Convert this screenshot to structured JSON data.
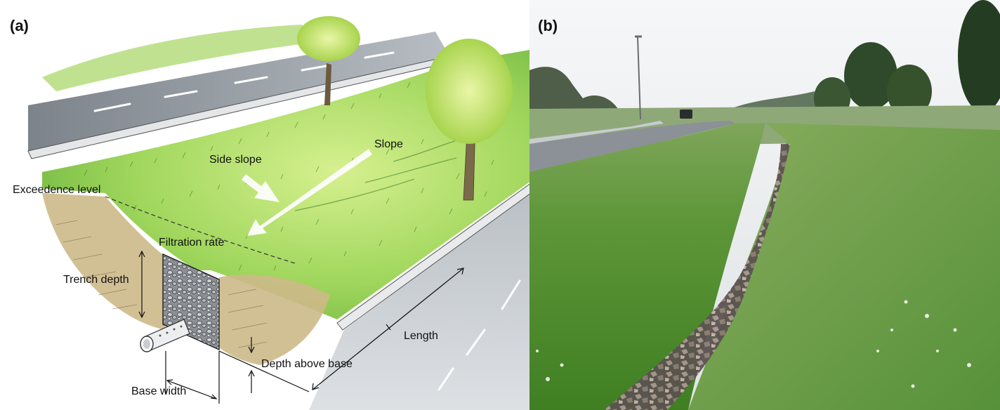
{
  "panels": {
    "a": {
      "letter": "(a)"
    },
    "b": {
      "letter": "(b)"
    }
  },
  "diagram": {
    "labels": {
      "exceedence_level": "Exceedence level",
      "side_slope": "Side slope",
      "slope": "Slope",
      "filtration_rate": "Filtration rate",
      "trench_depth": "Trench depth",
      "length": "Length",
      "depth_above_base": "Depth above base",
      "base_width": "Base width"
    }
  },
  "colors": {
    "road": "#9aa1a8",
    "road_dark": "#7f868d",
    "grass": "#8fcf5a",
    "grass_light": "#c9ea8c",
    "soil": "#c9b587",
    "gravel": "#6f7378",
    "sky_photo": "#e9ecee",
    "field_photo": "#4f8f2e"
  }
}
